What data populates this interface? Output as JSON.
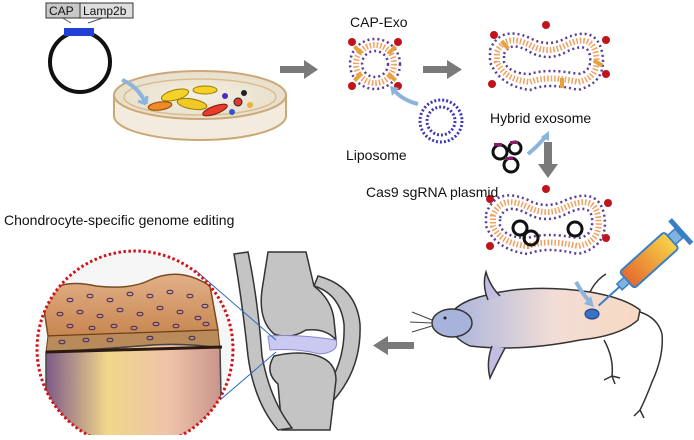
{
  "plasmid_labels": {
    "cap": "CAP",
    "lamp2b": "Lamp2b"
  },
  "labels": {
    "cap_exo": "CAP-Exo",
    "liposome": "Liposome",
    "hybrid_exosome": "Hybrid exosome",
    "cas9_plasmid": "Cas9 sgRNA plasmid",
    "chondrocyte_title": "Chondrocyte-specific genome editing"
  },
  "colors": {
    "arrow_gray": "#7a7a7a",
    "arrow_blue": "#8db4dc",
    "membrane_orange": "#f0a060",
    "membrane_purple": "#5a3d9a",
    "cap_red": "#c0141c",
    "plasmid_blue": "#1f3fd6",
    "cartilage_brown": "#b87a46",
    "bone_gray": "#c4c4c4"
  },
  "icons": [
    "arrow-right",
    "arrow-left",
    "arrow-down",
    "curved-arrow",
    "syringe",
    "mouse",
    "knee-joint",
    "magnifier-circle"
  ]
}
